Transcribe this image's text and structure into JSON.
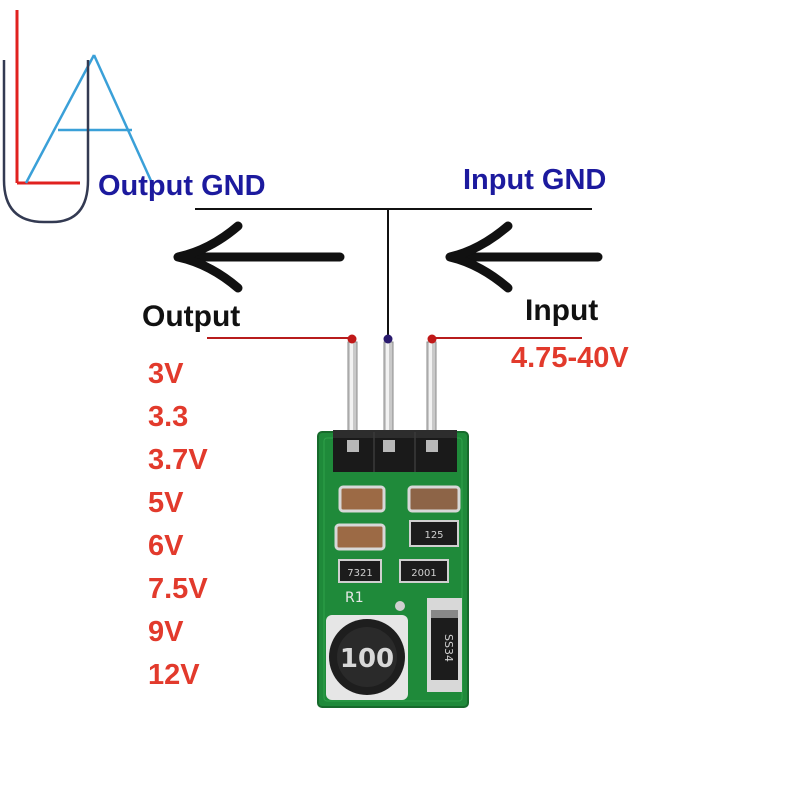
{
  "labels": {
    "output_gnd": "Output GND",
    "input_gnd": "Input GND",
    "output": "Output",
    "input": "Input",
    "input_range": "4.75-40V"
  },
  "output_voltages": [
    "3V",
    "3.3",
    "3.7V",
    "5V",
    "6V",
    "7.5V",
    "9V",
    "12V"
  ],
  "board_markings": {
    "inductor": "100",
    "resistor": "R1",
    "cap_1": "125",
    "res_1": "7321",
    "res_2": "2001",
    "diode": "SS34"
  },
  "colors": {
    "gnd_text": "#1c1a9e",
    "voltage_text": "#e23a2c",
    "pcb_green": "#1f8a3a",
    "wire_red": "#b81c1c",
    "gnd_wire": "#111111"
  }
}
